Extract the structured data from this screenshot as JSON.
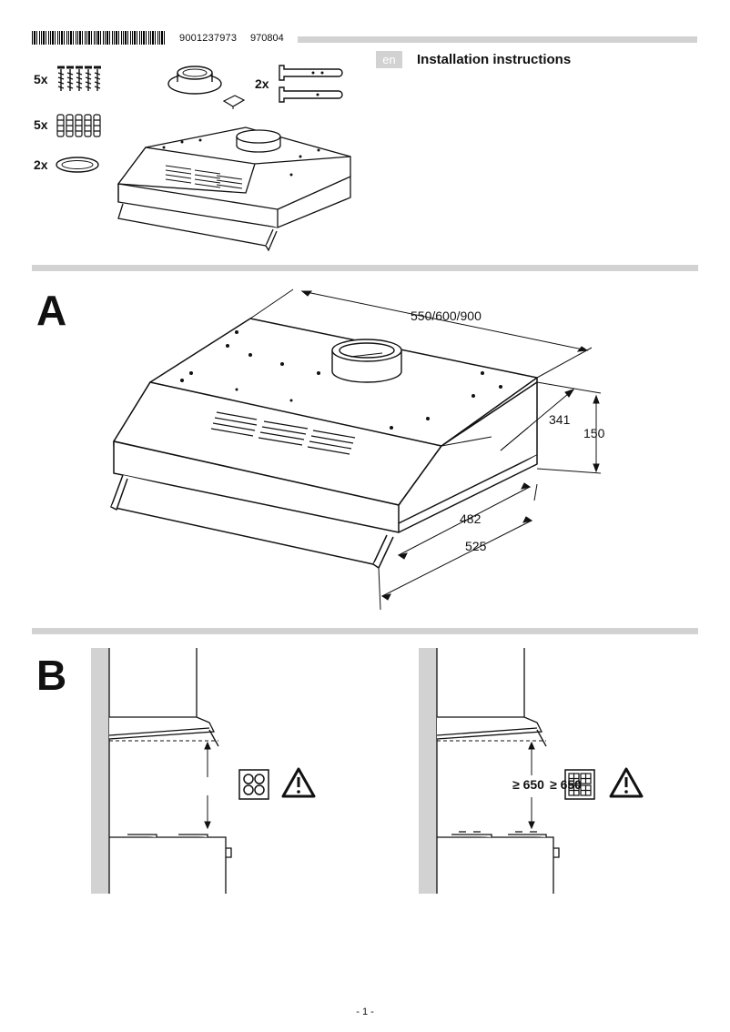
{
  "header": {
    "doc_number": "9001237973",
    "doc_date": "970804",
    "language_badge": "en",
    "title": "Installation instructions"
  },
  "parts": {
    "screws_qty": "5x",
    "wall_plugs_qty": "5x",
    "gaskets_qty": "2x",
    "brackets_qty": "2x"
  },
  "section_a": {
    "label": "A",
    "width_dim": "550/600/900",
    "depth_dim_1": "341",
    "height_dim": "150",
    "depth_dim_2": "482",
    "depth_dim_3": "525"
  },
  "section_b": {
    "label": "B",
    "min_distance": "≥ 650",
    "min_distance_overlap": "≥ 650"
  },
  "footer": {
    "page_number": "- 1 -"
  }
}
